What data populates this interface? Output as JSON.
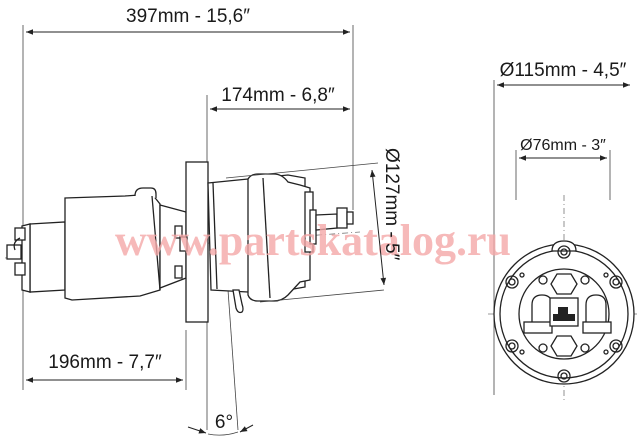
{
  "dimensions": {
    "overall_length": "397mm - 15,6″",
    "front_length": "174mm - 6,8″",
    "rear_length": "196mm - 7,7″",
    "body_diameter": "Ø127mm - 5″",
    "flange_diameter": "Ø115mm - 4,5″",
    "inner_diameter": "Ø76mm - 3″",
    "tilt_angle": "6°"
  },
  "watermark": "www.partskatalog.ru",
  "colors": {
    "line": "#222222",
    "watermark": "#f4a8a8",
    "background": "#ffffff"
  }
}
